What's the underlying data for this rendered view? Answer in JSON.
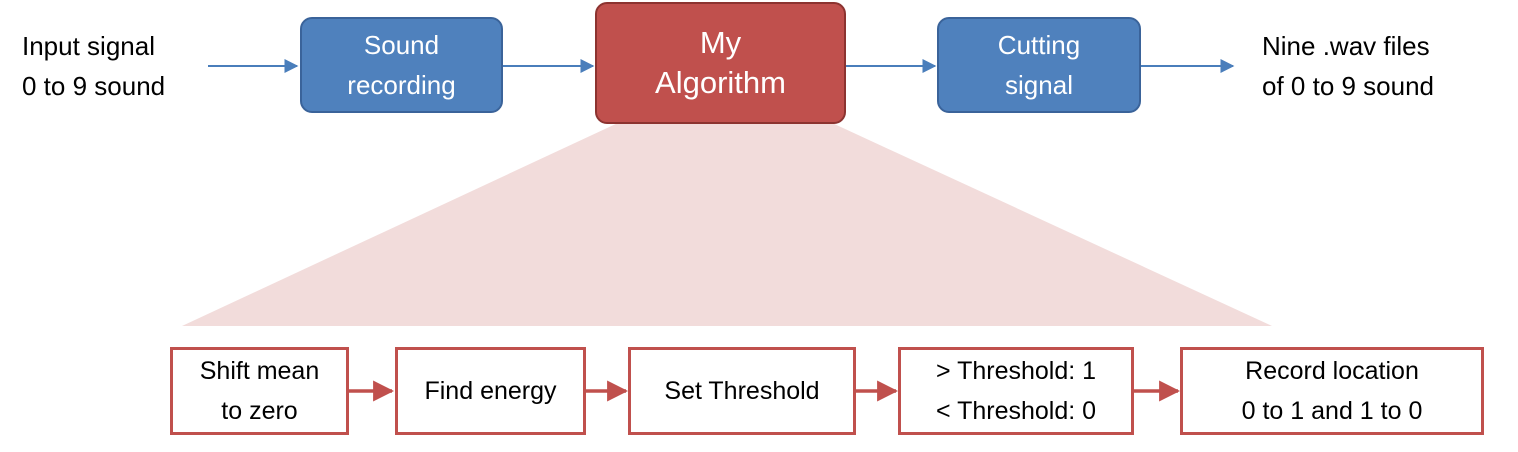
{
  "colors": {
    "blue_box_fill": "#4f81bd",
    "red_box_fill": "#c0504d",
    "expansion_fill": "#f2dcdb",
    "top_arrow": "#4a7ebb",
    "bottom_arrow": "#c0504d"
  },
  "pipeline": {
    "input_label": [
      "Input signal",
      "0 to 9 sound"
    ],
    "steps": [
      {
        "lines": [
          "Sound",
          "recording"
        ]
      },
      {
        "lines": [
          "My",
          "Algorithm"
        ]
      },
      {
        "lines": [
          "Cutting",
          "signal"
        ]
      }
    ],
    "output_label": [
      "Nine .wav files",
      "of 0 to 9 sound"
    ]
  },
  "algorithm_steps": [
    {
      "lines": [
        "Shift mean",
        "to zero"
      ]
    },
    {
      "lines": [
        "Find energy"
      ]
    },
    {
      "lines": [
        "Set Threshold"
      ]
    },
    {
      "lines": [
        "> Threshold: 1",
        "< Threshold: 0"
      ]
    },
    {
      "lines": [
        "Record location",
        "0 to 1 and 1 to 0"
      ]
    }
  ]
}
